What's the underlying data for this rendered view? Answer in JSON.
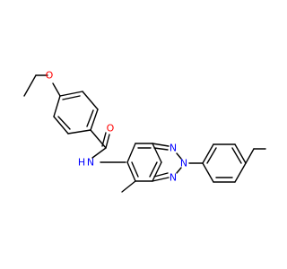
{
  "structure": {
    "atoms": {
      "ether_oxygen": "O",
      "carbonyl_oxygen": "O",
      "amide_nitrogen": "N",
      "amide_hydrogen": "H",
      "triazole_n1": "N",
      "triazole_n2": "N",
      "triazole_n3": "N"
    },
    "colors": {
      "bond": "#000000",
      "oxygen": "#ff0000",
      "nitrogen": "#0000ff"
    }
  }
}
